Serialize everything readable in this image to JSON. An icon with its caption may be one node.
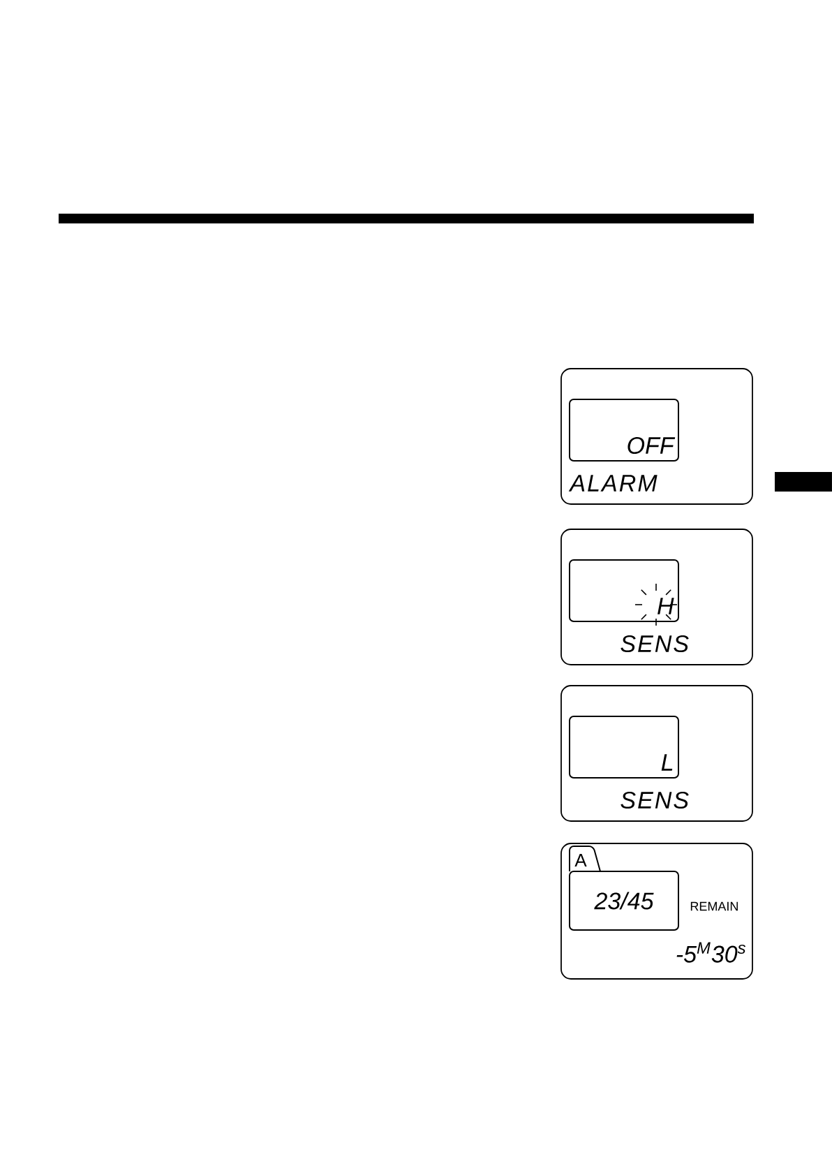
{
  "diagram": {
    "nodes": [
      {
        "text": [
          "OFF",
          "ALARM"
        ]
      },
      {
        "text": [
          "H",
          "SENS"
        ]
      },
      {
        "text": [
          "L",
          "SENS"
        ]
      },
      {
        "text": [
          "A",
          "23/45",
          "REMAIN",
          "-5$^{M}$30$^{s}$"
        ]
      }
    ]
  }
}
